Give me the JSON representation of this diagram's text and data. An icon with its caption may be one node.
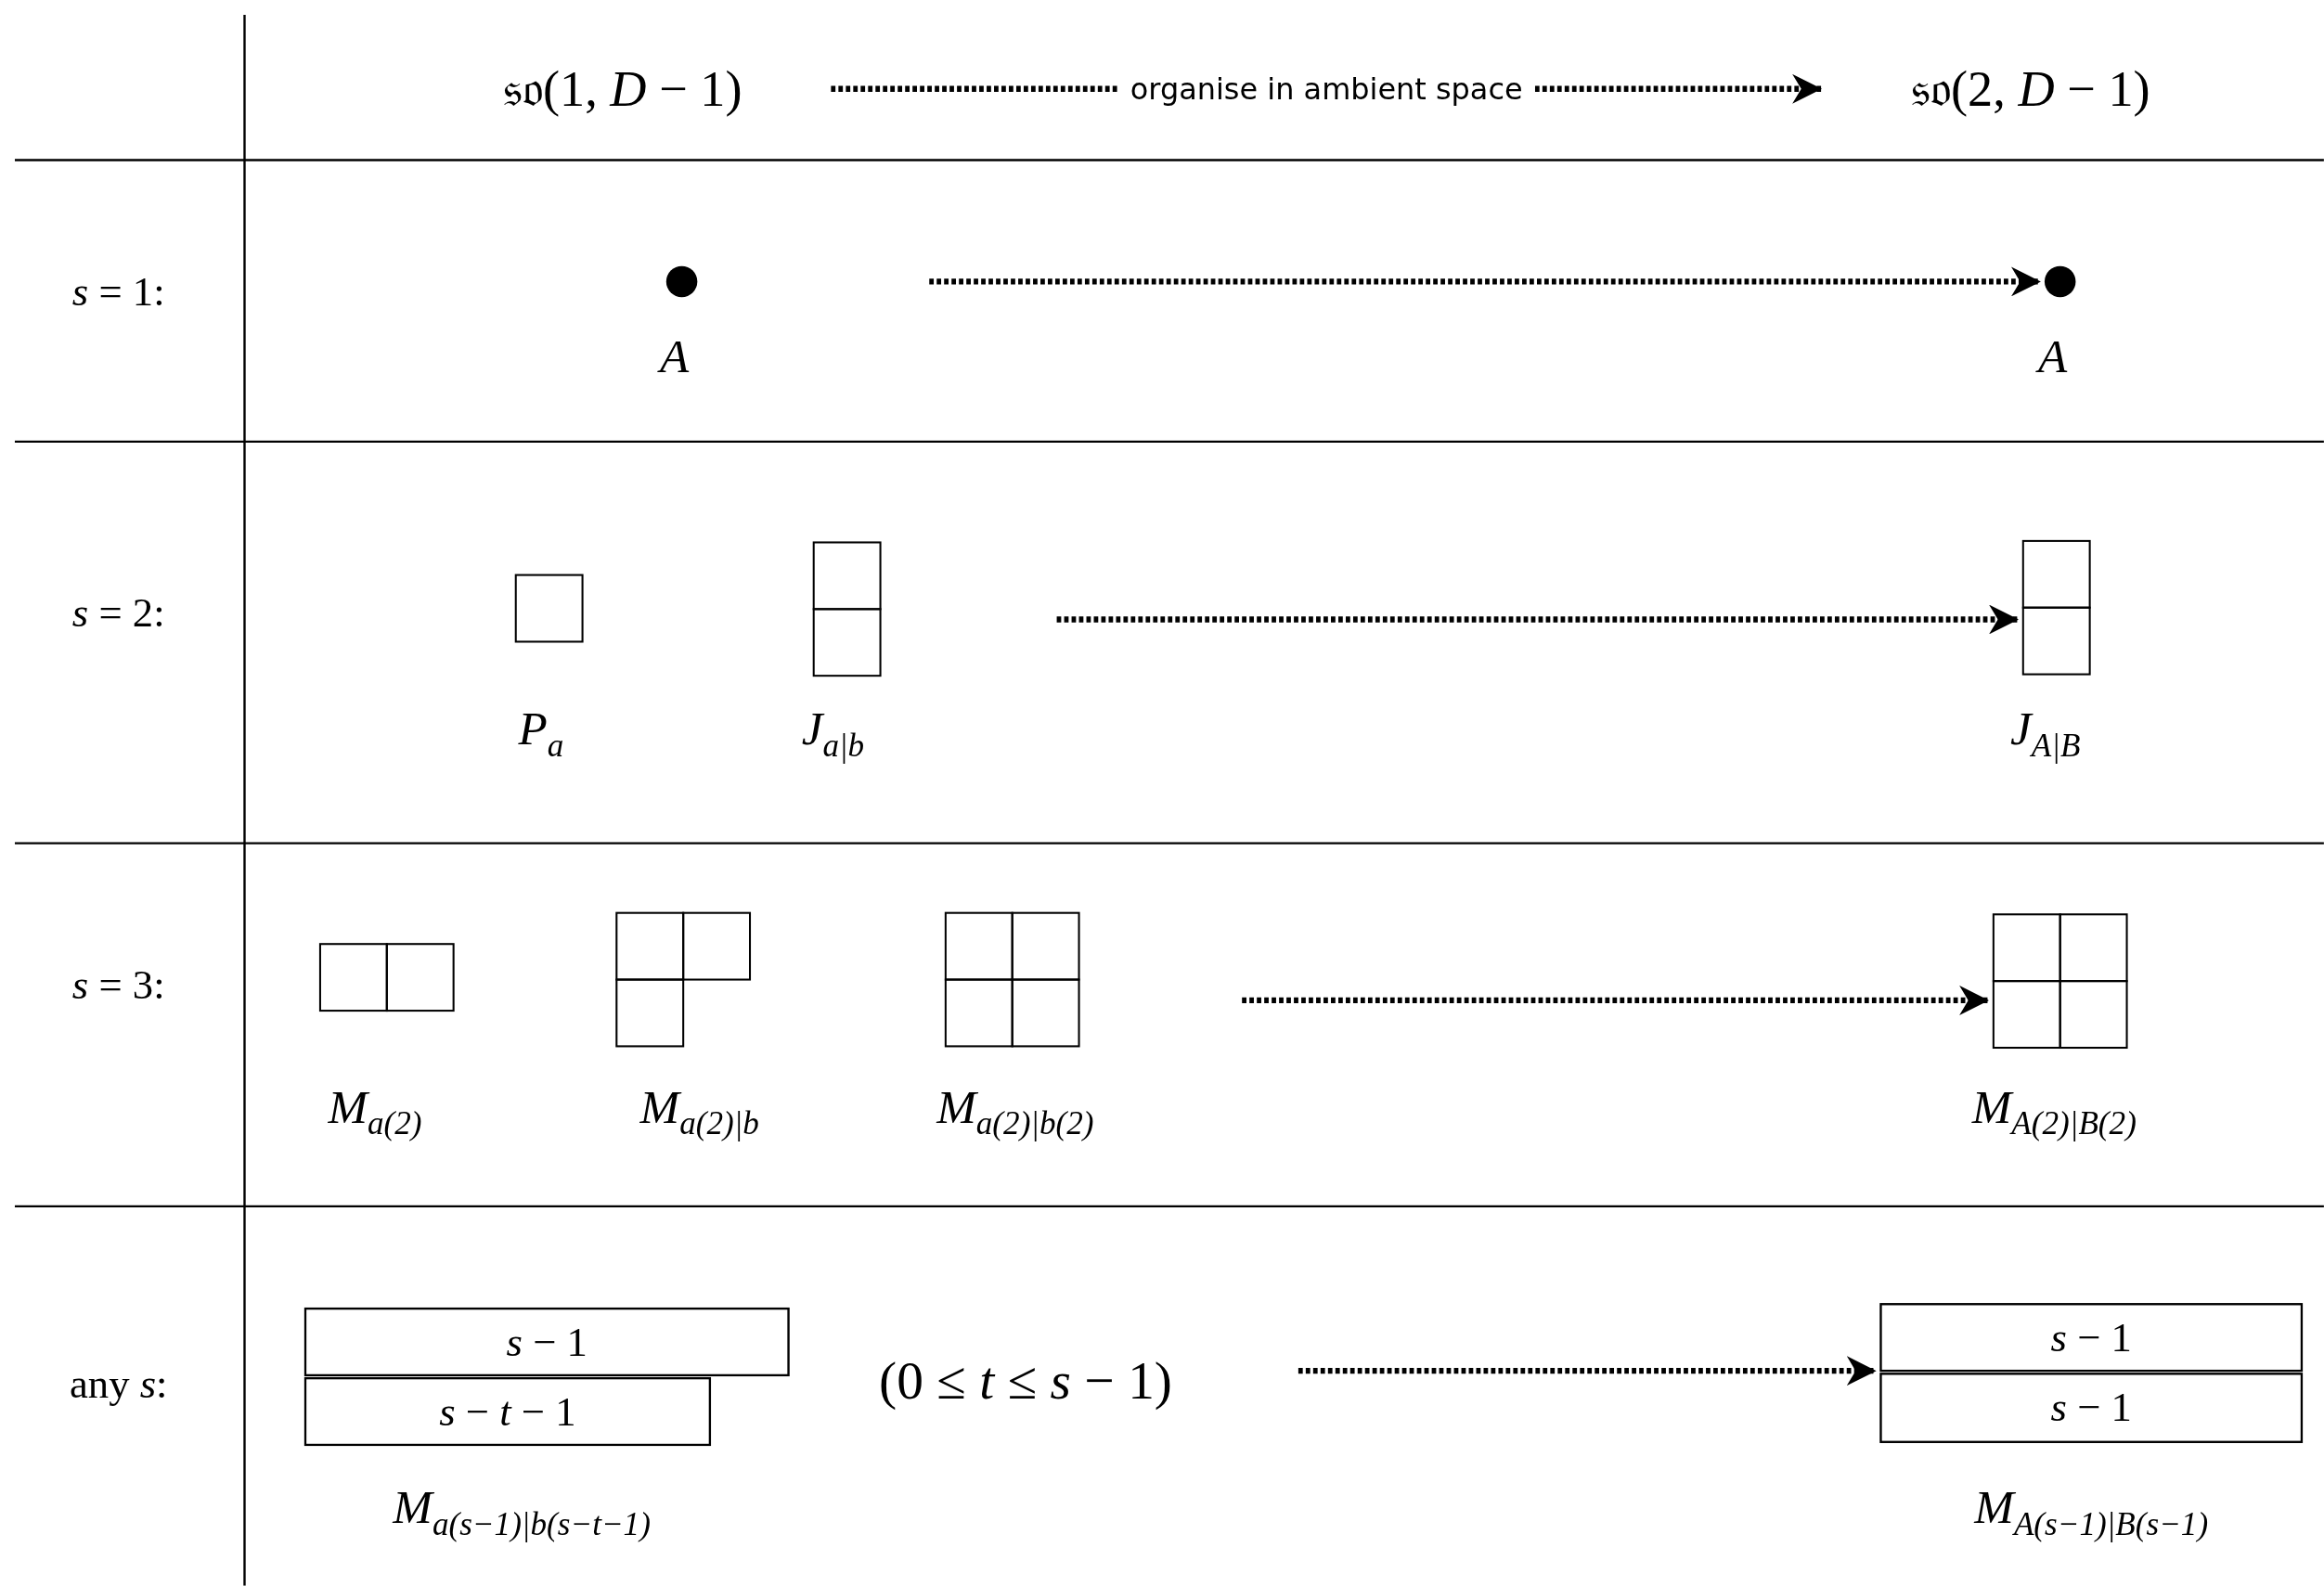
{
  "diagram": {
    "nodes": [
      {
        "text": [
          "𝔰𝔬(1, *D* − 1)"
        ]
      },
      {
        "text": [
          "𝔰𝔬(2, *D* − 1)"
        ]
      },
      {
        "text": [],
        "shape": "circle",
        "beside": [
          "*A*"
        ]
      },
      {
        "text": [],
        "shape": "circle",
        "beside": [
          "*A*"
        ]
      },
      {
        "text": [],
        "shape": "box",
        "beside": [
          "*P*$_{a}$"
        ]
      },
      {
        "text": [],
        "shape": "box",
        "beside": [
          "*J*$_{a|b}$"
        ]
      },
      {
        "text": [],
        "shape": "box",
        "beside": [
          "*J*$_{A|B}$"
        ]
      },
      {
        "text": [],
        "shape": "box",
        "beside": [
          "*M*$_{a(2)}$"
        ]
      },
      {
        "text": [],
        "shape": "box",
        "beside": [
          "*M*$_{a(2)|b}$"
        ]
      },
      {
        "text": [],
        "shape": "box",
        "beside": [
          "*M*$_{a(2)|b(2)}$"
        ]
      },
      {
        "text": [],
        "shape": "box",
        "beside": [
          "*M*$_{A(2)|B(2)}$"
        ]
      },
      {
        "text": [
          "*s* − 1"
        ]
      },
      {
        "text": [
          "*s* − *t* − 1"
        ],
        "beside": [
          "*M*$_{a(s−1)|b(s−t−1)}$"
        ]
      },
      {
        "text": [
          "*s* − 1"
        ]
      },
      {
        "text": [
          "*s* − 1"
        ],
        "beside": [
          "*M*$_{A(s−1)|B(s−1)}$"
        ]
      }
    ],
    "edges": [
      {
        "from": 0,
        "to": 1,
        "arrow": "to",
        "label": "organise in ambient space",
        "style": "dashed"
      },
      {
        "from": null,
        "to": 3,
        "arrow": "to",
        "style": "dashed"
      },
      {
        "from": null,
        "to": 6,
        "arrow": "to",
        "style": "dashed"
      },
      {
        "from": null,
        "to": 10,
        "arrow": "to",
        "style": "dashed"
      },
      {
        "from": null,
        "to": 13,
        "arrow": "to",
        "style": "dashed"
      }
    ],
    "labels": [
      "*s* = 1:",
      "*s* = 2:",
      "*s* = 3:",
      "any *s*:",
      "(0 ≤ *t* ≤ *s* − 1)"
    ]
  }
}
